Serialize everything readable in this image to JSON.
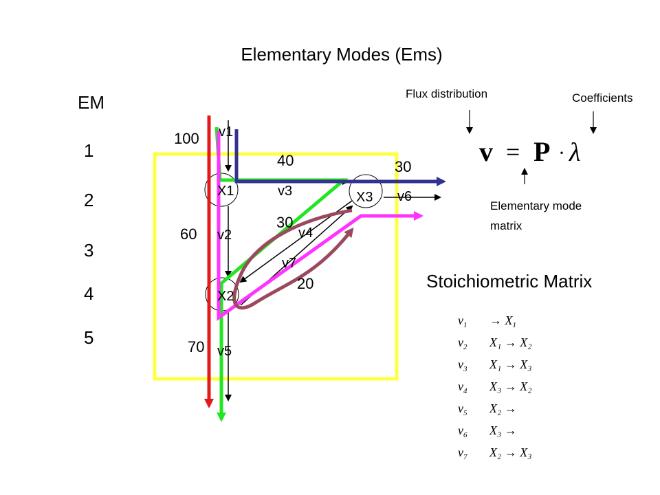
{
  "title": "Elementary Modes (Ems)",
  "em_header": "EM",
  "em_numbers": [
    "1",
    "2",
    "3",
    "4",
    "5"
  ],
  "labels": {
    "flux_distribution": "Flux distribution",
    "coefficients": "Coefficients",
    "em_matrix_line1": "Elementary mode",
    "em_matrix_line2": "matrix",
    "stoich_title": "Stoichiometric Matrix"
  },
  "equation": {
    "v": "v",
    "eq": "=",
    "P": "P",
    "dot": "·",
    "lambda": "λ"
  },
  "network": {
    "metabolites": [
      "X1",
      "X2",
      "X3"
    ],
    "reactions": [
      "v1",
      "v2",
      "v3",
      "v4",
      "v5",
      "v6",
      "v7"
    ],
    "flux_values": [
      "100",
      "40",
      "30",
      "60",
      "30",
      "20",
      "70"
    ]
  },
  "stoichiometry": [
    {
      "v": "v",
      "i": "1",
      "eq": "→ X",
      "j": "1"
    },
    {
      "v": "v",
      "i": "2",
      "eq": "X₁ → X₂"
    },
    {
      "v": "v",
      "i": "3",
      "eq": "X₁ → X₃"
    },
    {
      "v": "v",
      "i": "4",
      "eq": "X₃ → X₂"
    },
    {
      "v": "v",
      "i": "5",
      "eq": "X₂ →"
    },
    {
      "v": "v",
      "i": "6",
      "eq": "X₃ →"
    },
    {
      "v": "v",
      "i": "7",
      "eq": "X₂ → X₃"
    }
  ],
  "colors": {
    "red": "#e41a1a",
    "green": "#22e622",
    "magenta": "#ff33ff",
    "navy": "#33338f",
    "brown": "#9b4a5e",
    "yellow": "#ffff44"
  }
}
